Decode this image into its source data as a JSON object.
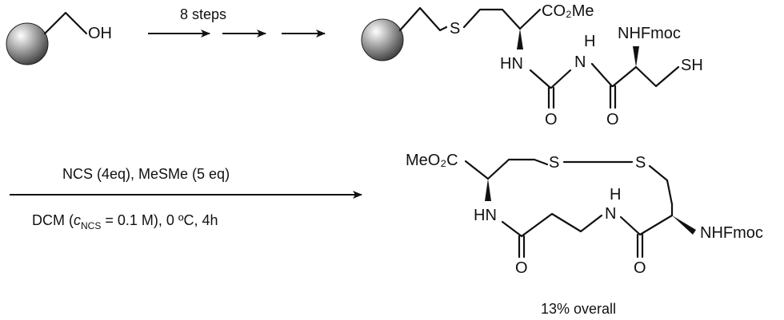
{
  "top": {
    "resin_oh": "OH",
    "steps_label": "8 steps"
  },
  "product1": {
    "S": "S",
    "CO2Me": "CO₂Me",
    "NH": "H",
    "HN_left": "HN",
    "N_label": "N",
    "NHFmoc": "NHFmoc",
    "SH": "SH",
    "O_left": "O",
    "O_right": "O"
  },
  "conditions": {
    "line1": "NCS (4eq), MeSMe (5 eq)",
    "line2_prefix": "DCM (",
    "line2_c": "c",
    "line2_sub": "NCS",
    "line2_suffix": " = 0.1 M), 0 ºC, 4h"
  },
  "product2": {
    "MeO2C": "MeO₂C",
    "S1": "S",
    "S2": "S",
    "HN": "HN",
    "H": "H",
    "N": "N",
    "NHFmoc": "NHFmoc",
    "O_left": "O",
    "O_right": "O"
  },
  "yield_label": "13% overall",
  "colors": {
    "ink": "#111111",
    "background": "#ffffff"
  }
}
